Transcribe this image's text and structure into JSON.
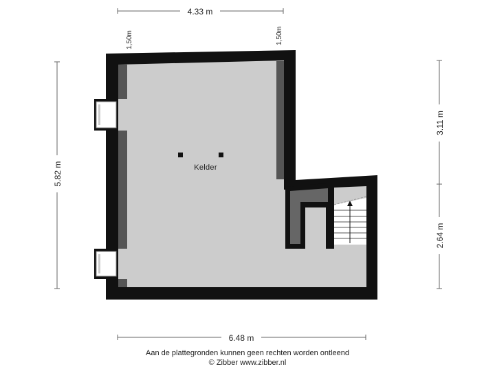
{
  "dimensions": {
    "top_width": "4.33 m",
    "bottom_width": "6.48 m",
    "left_height": "5.82 m",
    "right_upper_height": "3.11 m",
    "right_lower_height": "2.64 m"
  },
  "ceiling_heights": {
    "left": "1,50m",
    "right": "1,50m"
  },
  "rooms": {
    "kelder": "Kelder"
  },
  "footer": {
    "disclaimer": "Aan de plattegronden kunnen geen rechten worden ontleend",
    "copyright": "© Zibber www.zibber.nl"
  },
  "colors": {
    "floor": "#cccccc",
    "wall": "#111111",
    "inner_wall_shade": "#555555",
    "stair_fill": "#ffffff"
  }
}
